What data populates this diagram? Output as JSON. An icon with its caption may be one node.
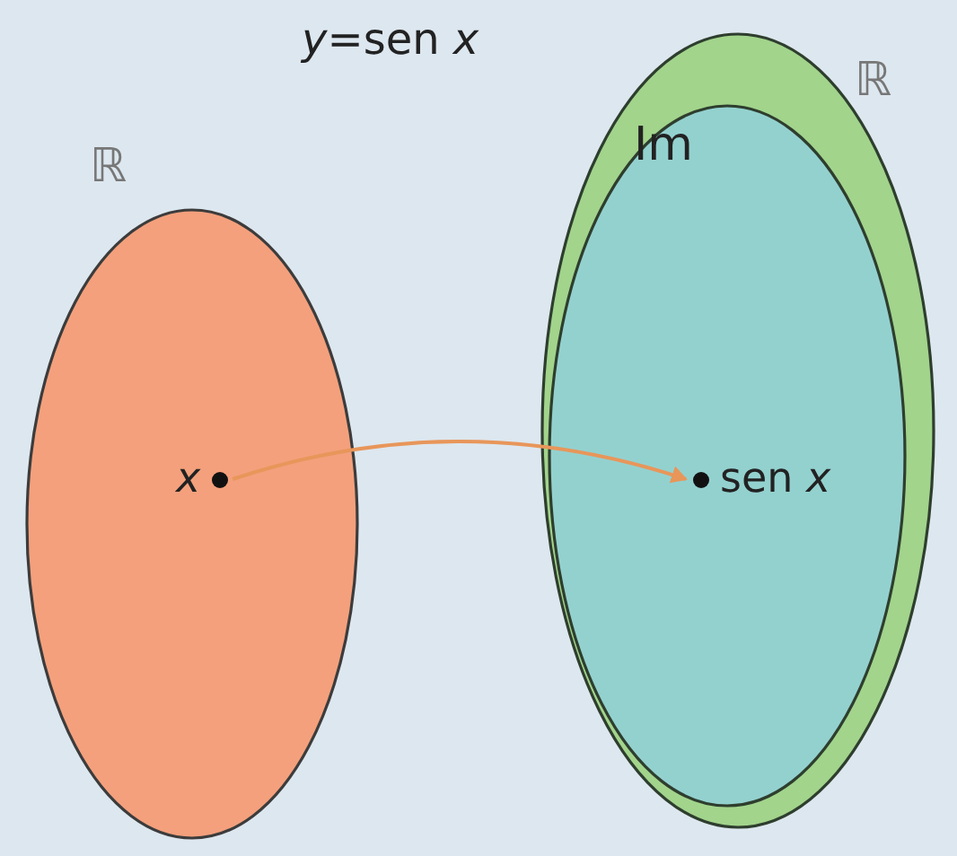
{
  "diagram": {
    "title": "*y*=sen *x*",
    "nodes": [
      {
        "text": [
          "ℝ"
        ]
      },
      {
        "text": [
          "ℝ"
        ]
      },
      {
        "text": [
          "Im"
        ],
        "in": 1
      },
      {
        "text": [
          "x"
        ],
        "in": 0
      },
      {
        "text": [
          "sen *x*"
        ],
        "in": 2
      }
    ],
    "edges": [
      {
        "from": 3,
        "to": 4,
        "arrow": "to"
      }
    ]
  }
}
